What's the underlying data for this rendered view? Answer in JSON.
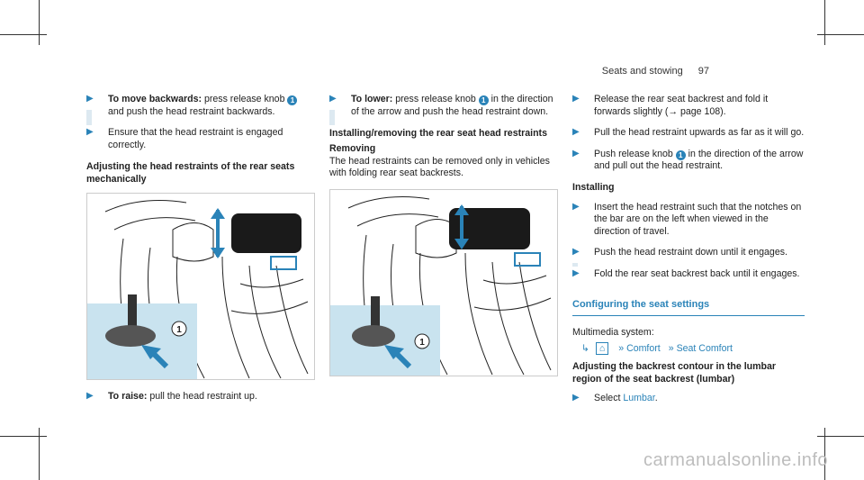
{
  "header": {
    "section": "Seats and stowing",
    "page": "97"
  },
  "col1": {
    "step1_title": "To move backwards:",
    "step1_text_a": " press release knob ",
    "step1_text_b": " and push the head restraint backwards.",
    "step2_text": "Ensure that the head restraint is engaged correctly.",
    "heading": "Adjusting the head restraints of the rear seats mechanically",
    "step3_title": "To raise:",
    "step3_text": " pull the head restraint up."
  },
  "col2": {
    "step1_title": "To lower:",
    "step1_text_a": " press release knob ",
    "step1_text_b": " in the direction of the arrow and push the head restraint down.",
    "heading": "Installing/removing the rear seat head restraints",
    "subheading": "Removing",
    "body": "The head restraints can be removed only in vehicles with folding rear seat backrests."
  },
  "col3": {
    "step1_text": "Release the rear seat backrest and fold it forwards slightly (→ page 108).",
    "step2_text": "Pull the head restraint upwards as far as it will go.",
    "step3_text_a": "Push release knob ",
    "step3_text_b": " in the direction of the arrow and pull out the head restraint.",
    "installing": "Installing",
    "step4_text": "Insert the head restraint such that the notches on the bar are on the left when viewed in the direction of travel.",
    "step5_text": "Push the head restraint down until it engages.",
    "step6_text": "Fold the rear seat backrest back until it engages.",
    "section_title": "Configuring the seat settings",
    "multimedia": "Multimedia system:",
    "path_home": "⌂",
    "path_comfort": "Comfort",
    "path_seat_comfort": "Seat Comfort",
    "heading2": "Adjusting the backrest contour in the lumbar region of the seat backrest (lumbar)",
    "select_text": "Select ",
    "select_link": "Lumbar",
    "select_end": "."
  },
  "callout_number": "1",
  "watermark": "carmanualsonline.info",
  "accent_color": "#2a83b8"
}
